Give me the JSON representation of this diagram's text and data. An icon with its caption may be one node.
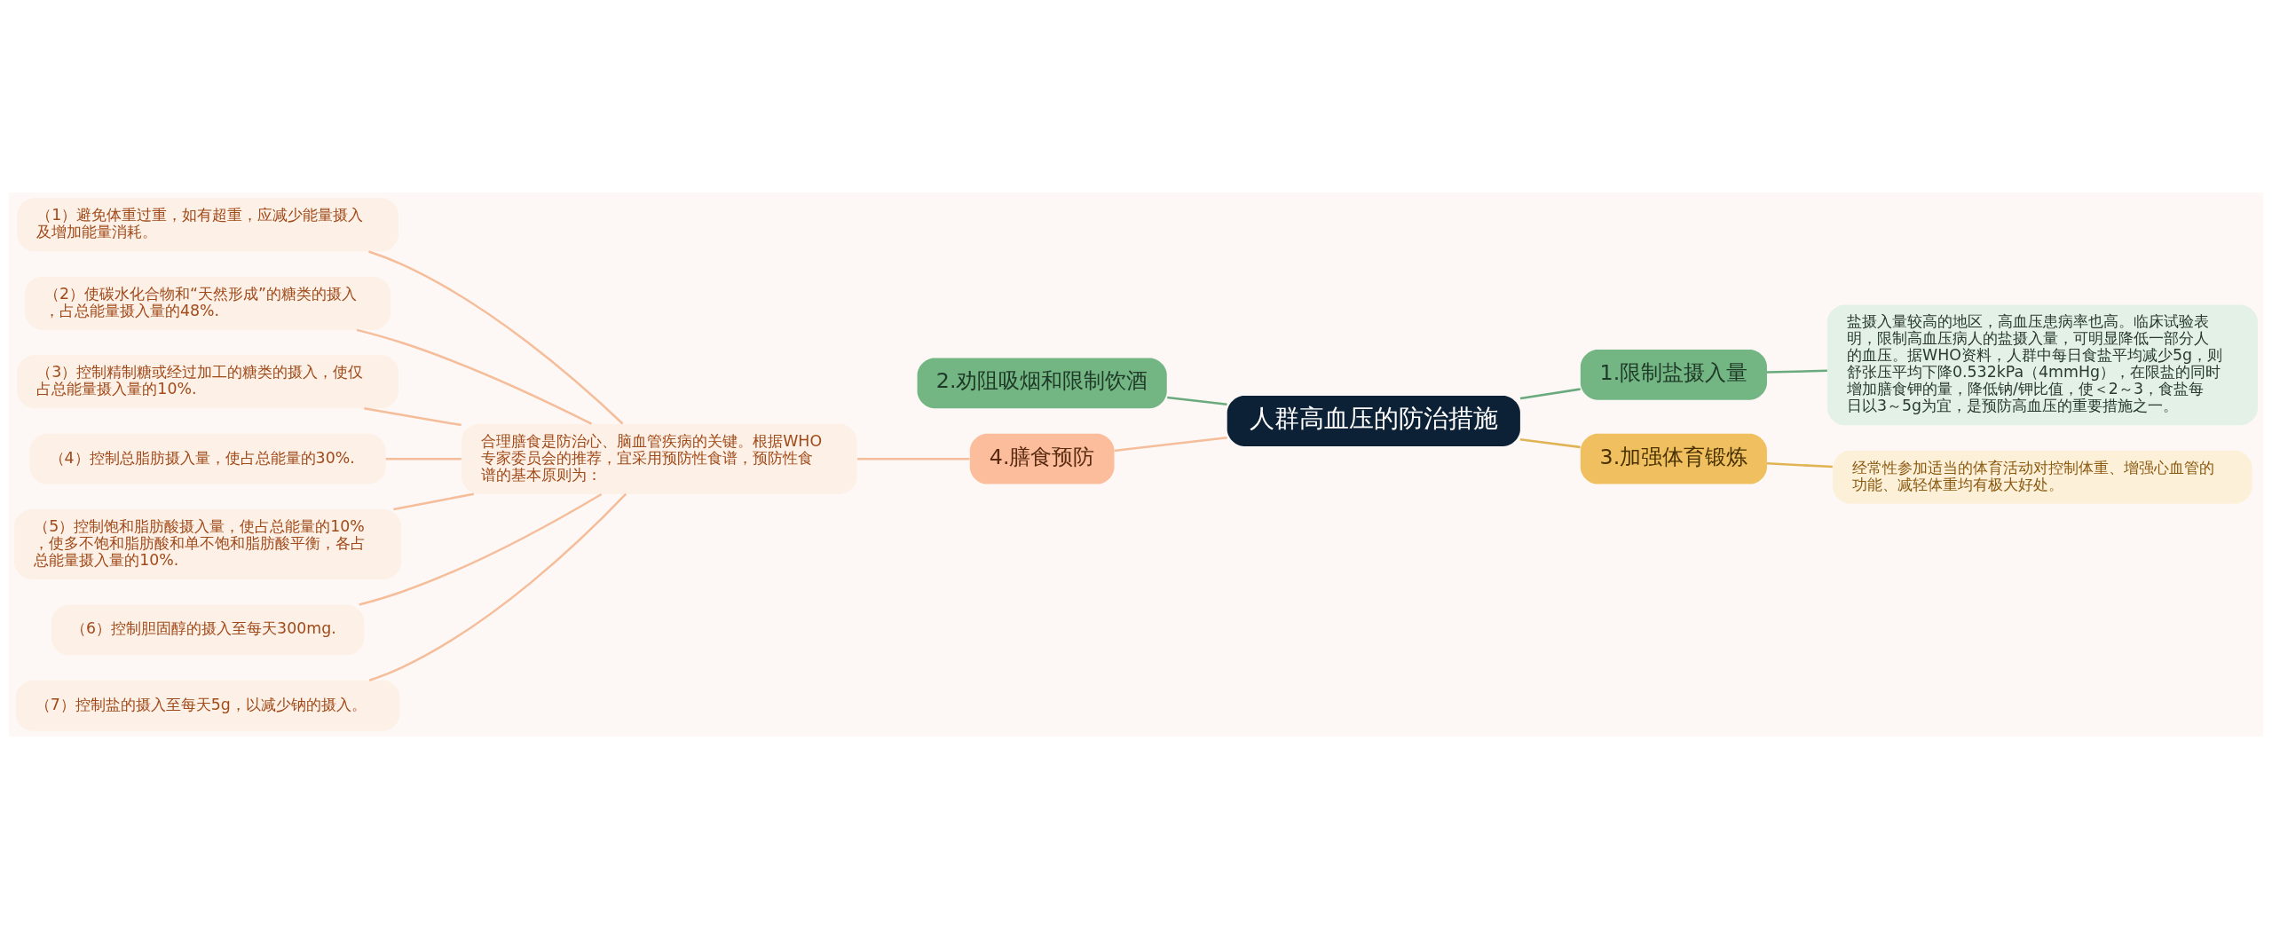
{
  "diagram": {
    "nodes": [
      {
        "text": [
          "人群高血压的防治措施"
        ]
      },
      {
        "text": [
          "2.劝阻吸烟和限制饮酒"
        ]
      },
      {
        "text": [
          "1.限制盐摄入量"
        ]
      },
      {
        "text": [
          "盐摄入量较高的地区，高血压患病率也高。临床试验表明，限制高血压病人的盐摄入量，可明显降低一部分人的血压。据WHO资料，人群中每日食盐平均减少5g，则舒张压平均下降0.532kPa（4mmHg），在限盐的同时增加膳食钾的量，降低钠/钾比值，使＜2～3，食盐每日以3～5g为宜，是预防高血压的重要措施之一。"
        ]
      },
      {
        "text": [
          "3.加强体育锻炼"
        ]
      },
      {
        "text": [
          "经常性参加适当的体育活动对控制体重、增强心血管的功能、减轻体重均有极大好处。"
        ]
      },
      {
        "text": [
          "4.膳食预防"
        ]
      },
      {
        "text": [
          "合理膳食是防治心、脑血管疾病的关键。根据WHO专家委员会的推荐，宜采用预防性食谱，预防性食谱的基本原则为："
        ]
      },
      {
        "text": [
          "（1）避免体重过重，如有超重，应减少能量摄入及增加能量消耗。"
        ]
      },
      {
        "text": [
          "（2）使碳水化合物和“天然形成”的糖类的摄入，占总能量摄入量的48%."
        ]
      },
      {
        "text": [
          "（3）控制精制糖或经过加工的糖类的摄入，使仅占总能量摄入量的10%."
        ]
      },
      {
        "text": [
          "（4）控制总脂肪摄入量，使占总能量的30%."
        ]
      },
      {
        "text": [
          "（5）控制饱和脂肪酸摄入量，使占总能量的10%，使多不饱和脂肪酸和单不饱和脂肪酸平衡，各占总能量摄入量的10%."
        ]
      },
      {
        "text": [
          "（6）控制胆固醇的摄入至每天300mg."
        ]
      },
      {
        "text": [
          "（7）控制盐的摄入至每天5g，以减少钠的摄入。"
        ]
      }
    ],
    "edges": [
      {
        "from": 0,
        "to": 1,
        "arrow": "none",
        "color": "#6aaa7e"
      },
      {
        "from": 0,
        "to": 2,
        "arrow": "none",
        "color": "#6aaa7e"
      },
      {
        "from": 2,
        "to": 3,
        "arrow": "none",
        "color": "#6aaa7e"
      },
      {
        "from": 0,
        "to": 4,
        "arrow": "none",
        "color": "#e0b455"
      },
      {
        "from": 4,
        "to": 5,
        "arrow": "none",
        "color": "#e0b455"
      },
      {
        "from": 0,
        "to": 6,
        "arrow": "none"
      },
      {
        "from": 6,
        "to": 7,
        "arrow": "none"
      },
      {
        "from": 7,
        "to": 8,
        "arrow": "none"
      },
      {
        "from": 7,
        "to": 9,
        "arrow": "none"
      },
      {
        "from": 7,
        "to": 10,
        "arrow": "none"
      },
      {
        "from": 7,
        "to": 11,
        "arrow": "none"
      },
      {
        "from": 7,
        "to": 12,
        "arrow": "none"
      },
      {
        "from": 7,
        "to": 13,
        "arrow": "none"
      },
      {
        "from": 7,
        "to": 14,
        "arrow": "none"
      }
    ]
  }
}
